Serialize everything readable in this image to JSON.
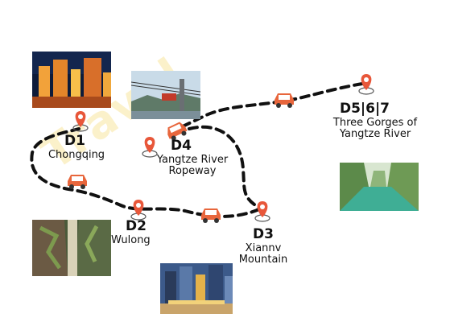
{
  "watermark": "Travel",
  "stops": [
    {
      "day": "D1",
      "name": "Chongqing",
      "photo": "night-city-photo"
    },
    {
      "day": "D2",
      "name": "Wulong",
      "photo": "canyon-photo"
    },
    {
      "day": "D3",
      "name": "Xiannv Mountain",
      "photo": "city-plaza-photo"
    },
    {
      "day": "D4",
      "name": "Yangtze River Ropeway",
      "photo": "cable-car-photo"
    },
    {
      "day": "D5|6|7",
      "name": "Three Gorges of Yangtze River",
      "photo": "river-gorge-photo"
    }
  ],
  "icons": {
    "marker": "map-pin-icon",
    "vehicle": "car-icon"
  },
  "colors": {
    "pin": "#e8573a",
    "car": "#e8663c",
    "route": "#111111",
    "watermark": "#f6d86a"
  }
}
